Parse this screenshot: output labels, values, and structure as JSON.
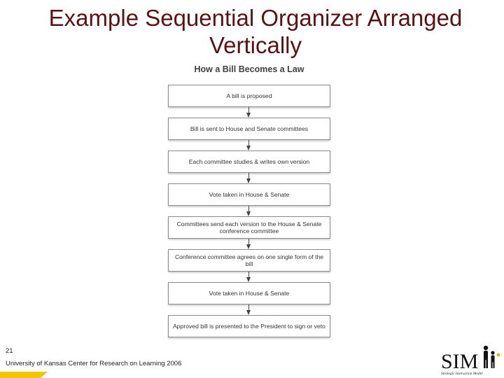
{
  "slide": {
    "title_line1": "Example Sequential Organizer Arranged",
    "title_line2": "Vertically",
    "number": "21",
    "credit": "University of Kansas Center for Research on Learning 2006"
  },
  "diagram": {
    "title": "How a Bill Becomes a Law",
    "steps": [
      "A bill is proposed",
      "Bill is sent to House and Senate committees",
      "Each committee studies & writes own version",
      "Vote taken in House & Senate",
      "Committees send each version to the House & Senate conference committee",
      "Conference committee agrees on one single form of the bill",
      "Vote taken in House & Senate",
      "Approved bill is presented to the President to sign or veto"
    ]
  },
  "logo": {
    "text": "SIM",
    "tagline": "Strategic Instruction Model"
  },
  "colors": {
    "title": "#5a1212",
    "footer_gold": "#f5c400",
    "logo_gold": "#e8b400"
  }
}
